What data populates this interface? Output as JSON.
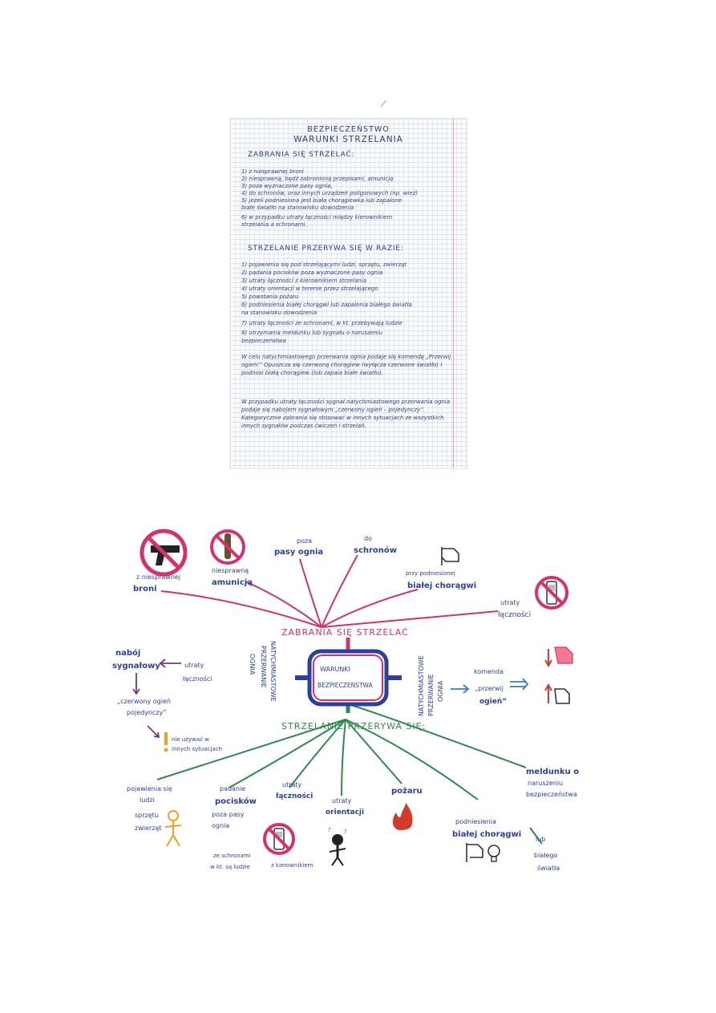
{
  "notes": {
    "title1": "BEZPIECZEŃSTWO",
    "title2": "WARUNKI STRZELANIA",
    "section1": "ZABRANIA SIĘ STRZELAĆ:",
    "list1": [
      "1) z niesprawnej broni",
      "2) niesprawną, będź zabronioną przepisami, amunicją",
      "3) poza wyznaczone pasy ognia,",
      "4) do schronów, oraz innych urządzeń poligonowych (np. wież)",
      "5) jeżeli podniesiona jest biała chorągiewka lub zapalone",
      "   białe światło na stanowisku dowodzenia",
      "6) w przypadku utraty łączności między kierownikiem",
      "   strzelania a schronami."
    ],
    "section2": "STRZELANIE PRZERYWA SIĘ W RAZIE:",
    "list2": [
      "1) pojawienia się pod strzelającymi ludzi, sprzętu, zwierząt",
      "2) padania pocisków poza wyznaczone pasy ognia",
      "3) utraty łączności z kierownikiem strzelania",
      "4) utraty orientacji w terenie przez strzelającego",
      "5) powstania pożaru",
      "6) podniesienia białej chorągwi lub zapalenia białego światła",
      "   na stanowisku dowodzenia",
      "7) utraty łączności ze schronami, w kt. przebywają ludzie",
      "8) otrzymania meldunku lub sygnału o naruszeniu",
      "   bezpieczeństwa"
    ],
    "para1": "W celu natychmiastowego przerwania ognia podaje się komendę „Przerwij ogień!” Opuszcza się czerwoną chorągiew (wyłącza czerwone światło) i podnosi białą chorągiew (lub zapala białe światło).",
    "para2": "W przypadku utraty łączności sygnał natychmiastowego przerwania ognia podaje się nabojem sygnałowym „czerwony ogień – pojedynczy”. Kategorycznie zabrania się stosować w innych sytuacjach ze wszystkich innych sygnałów podczas ćwiczeń i strzelań."
  },
  "mindmap": {
    "center1": "WARUNKI",
    "center2": "BEZPIECZEŃSTWA",
    "top_heading": "ZABRANIA SIĘ STRZELAĆ",
    "bottom_heading": "STRZELANIE PRZERYWA SIĘ:",
    "left_vertical1": "NATYCHMIASTOWE",
    "left_vertical2": "PRZERWANIE",
    "left_vertical3": "OGNIA",
    "right_vertical1": "NATYCHMIASTOWE",
    "right_vertical2": "PRZERWANIE",
    "right_vertical3": "OGNIA",
    "top": {
      "b1a": "z niesprawnej",
      "b1b": "broni",
      "b2a": "niesprawną",
      "b2b": "amunicją",
      "b3a": "poza",
      "b3b": "pasy ognia",
      "b4a": "do",
      "b4b": "schronów",
      "b5a": "przy podniesionej",
      "b5b": "białej chorągwi",
      "b6a": "utraty",
      "b6b": "łączności"
    },
    "left": {
      "naboj1": "nabój",
      "naboj2": "sygnałowy",
      "utraty1": "utraty",
      "utraty2": "łączności",
      "czerwony1": "„czerwony ogień",
      "czerwony2": "pojedynczy”",
      "nieuzywac1": "nie używać w",
      "nieuzywac2": "innych sytuacjach"
    },
    "right": {
      "komenda1": "komenda",
      "komenda2": "„przerwij",
      "komenda3": "ogień”"
    },
    "bottom": {
      "p1a": "pojawienia się",
      "p1b": "ludzi",
      "p1c": "sprzętu",
      "p1d": "zwierząt",
      "p2a": "padanie",
      "p2b": "pocisków",
      "p2c": "poza pasy",
      "p2d": "ognia",
      "p3a": "utraty",
      "p3b": "łączności",
      "p3c": "ze schronami",
      "p3d": "w kt. są ludzie",
      "p3e": "z kierownikiem",
      "p4a": "utraty",
      "p4b": "orientacji",
      "p5": "pożaru",
      "p6a": "podniesienia",
      "p6b": "białej chorągwi",
      "p6c": "lub",
      "p6d": "białego",
      "p6e": "światła",
      "p7a": "meldunku o",
      "p7b": "naruszeniu",
      "p7c": "bezpieczeństwa"
    },
    "colors": {
      "pink": "#d6316e",
      "green": "#2f8a4a",
      "blue": "#2b3fa0",
      "orange": "#f0a020",
      "red": "#d23a2a"
    }
  }
}
